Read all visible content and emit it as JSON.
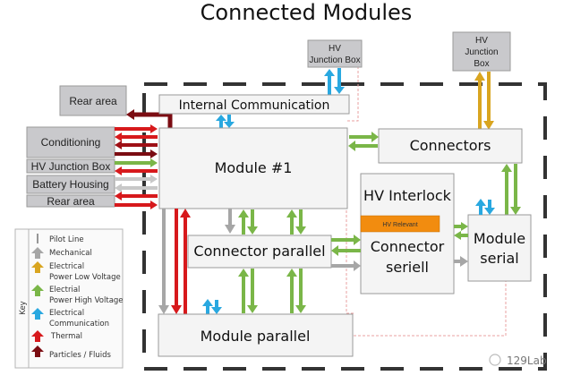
{
  "title": "Connected Modules",
  "colors": {
    "mechanical": "#a6a6a6",
    "power_low_voltage": "#d9a520",
    "power_high_voltage": "#7ab648",
    "communication": "#29a8e0",
    "thermal": "#d7191c",
    "particles_fluids": "#7b0c12",
    "hv_relevant": "#f28c0f",
    "dashed_border": "#333333",
    "pilot_line": "#e8a0a0"
  },
  "external_boxes": {
    "rear_area_top": "Rear area",
    "conditioning": "Conditioning",
    "hv_junction_box_left": "HV Junction Box",
    "battery_housing": "Battery Housing",
    "rear_area_bottom": "Rear area",
    "hv_junction_box_top_1_line1": "HV",
    "hv_junction_box_top_1_line2": "Junction Box",
    "hv_junction_box_top_2_line1": "HV",
    "hv_junction_box_top_2_line2": "Junction",
    "hv_junction_box_top_2_line3": "Box"
  },
  "modules": {
    "internal_communication": "Internal Communication",
    "module1": "Module #1",
    "connectors": "Connectors",
    "hv_interlock": "HV Interlock",
    "hv_relevant": "HV Relevant",
    "connector_seriell_line1": "Connector",
    "connector_seriell_line2": "seriell",
    "module_serial_line1": "Module",
    "module_serial_line2": "serial",
    "connector_parallel": "Connector parallel",
    "module_parallel": "Module parallel"
  },
  "key": {
    "label": "Key",
    "items": [
      {
        "icon": "pilot-line",
        "lines": [
          "Pilot Line"
        ]
      },
      {
        "icon": "mechanical-arrow",
        "lines": [
          "Mechanical"
        ]
      },
      {
        "icon": "power-low-voltage-arrow",
        "lines": [
          "Electrical",
          "Power Low Voltage"
        ]
      },
      {
        "icon": "power-high-voltage-arrow",
        "lines": [
          "Electrial",
          "Power High Voltage"
        ]
      },
      {
        "icon": "communication-arrow",
        "lines": [
          "Electrical",
          "Communication"
        ]
      },
      {
        "icon": "thermal-arrow",
        "lines": [
          "Thermal"
        ]
      },
      {
        "icon": "particles-fluids-arrow",
        "lines": [
          "Particles / Fluids"
        ]
      }
    ]
  },
  "watermark": "129Lab"
}
